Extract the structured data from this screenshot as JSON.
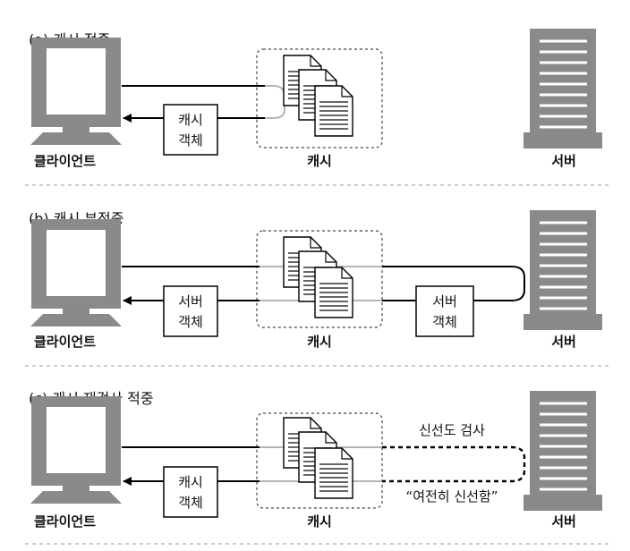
{
  "panels": [
    {
      "title": "(a) 캐시 적중",
      "client_label": "클라이언트",
      "cache_label": "캐시",
      "server_label": "서버",
      "return_box": [
        "캐시",
        "객체"
      ]
    },
    {
      "title": "(b) 캐시 부적중",
      "client_label": "클라이언트",
      "cache_label": "캐시",
      "server_label": "서버",
      "return_box": [
        "서버",
        "객체"
      ],
      "server_box": [
        "서버",
        "객체"
      ]
    },
    {
      "title": "(c) 캐시 재검사 적중",
      "client_label": "클라이언트",
      "cache_label": "캐시",
      "server_label": "서버",
      "return_box": [
        "캐시",
        "객체"
      ],
      "revalidate_request": "신선도 검사",
      "revalidate_response": "“여전히 신선함”"
    }
  ]
}
